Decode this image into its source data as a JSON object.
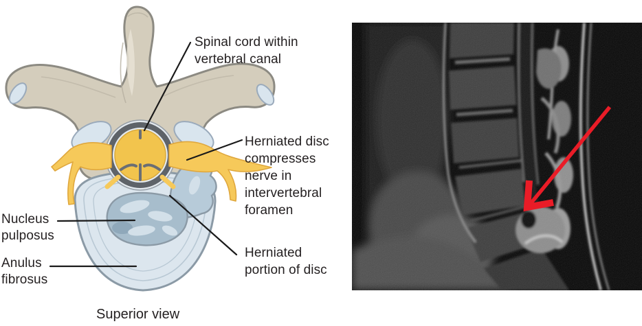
{
  "figure": {
    "caption": "Superior view",
    "labels": {
      "spinal_cord": "Spinal cord within\nvertebral canal",
      "herniated_disc": "Herniated disc\ncompresses\nnerve in\nintervertebral\nforamen",
      "nucleus_pulposus": "Nucleus\npulposus",
      "anulus_fibrosus": "Anulus\nfibrosus",
      "herniated_portion": "Herniated\nportion of disc"
    },
    "icons": {
      "mri_arrow": "red-annotation-arrow"
    },
    "colors": {
      "background": "#ffffff",
      "text": "#231f20",
      "bone": "#d4cdbc",
      "bone_highlight": "#e7e2d5",
      "bone_shade": "#b5afa0",
      "bone_outline": "#8c8a82",
      "disc": "#dce6ee",
      "disc_outline": "#8b9aa6",
      "lamellae": "#b8c8d4",
      "nucleus": "#a7bdcc",
      "nucleus_swirl": "#d3e0e9",
      "herniation": "#b7cbd9",
      "facet": "#d9e5ee",
      "facet_outline": "#9aaabb",
      "spinal_cord": "#f2c44d",
      "cord_outline": "#d9a93c",
      "cord_fissure": "#6a6e74",
      "nerve": "#f6c95a",
      "nerve_outline": "#dfa73d",
      "dura": "#5e6369",
      "dura_rim": "#e4eaef",
      "leader_line": "#1a1a1a",
      "mri_arrow": "#ea1c27"
    }
  }
}
